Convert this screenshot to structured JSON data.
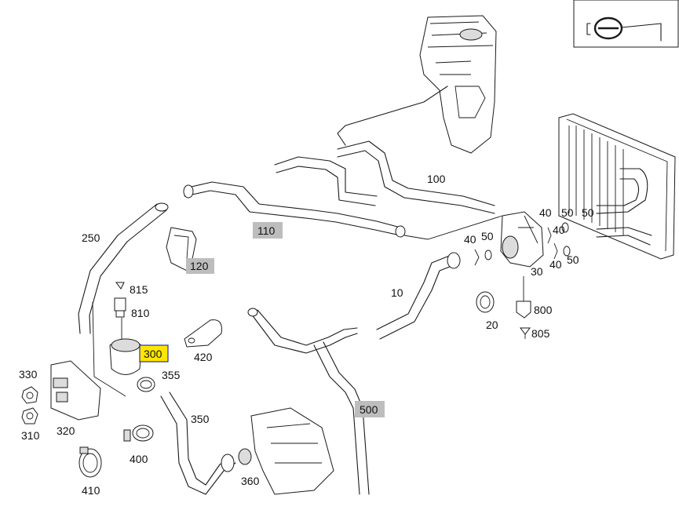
{
  "diagram": {
    "labels": {
      "p10": "10",
      "p20": "20",
      "p30": "30",
      "p40a": "40",
      "p50a": "50",
      "p40b": "40",
      "p50b": "50",
      "p40c": "40",
      "p50c": "50",
      "p40d": "40",
      "p50d": "50",
      "p100": "100",
      "p110": "110",
      "p120": "120",
      "p250": "250",
      "p300": "300",
      "p310": "310",
      "p320": "320",
      "p330": "330",
      "p350": "350",
      "p355": "355",
      "p360": "360",
      "p400": "400",
      "p410": "410",
      "p420": "420",
      "p500": "500",
      "p800": "800",
      "p805": "805",
      "p810": "810",
      "p815": "815"
    },
    "colors": {
      "highlight": "#ffe500",
      "highlight_border": "#2233aa",
      "label_box": "#bdbdbd",
      "line": "#1a1a1a"
    },
    "icons": {
      "corner_symbol": "hose-clamp-icon"
    }
  }
}
